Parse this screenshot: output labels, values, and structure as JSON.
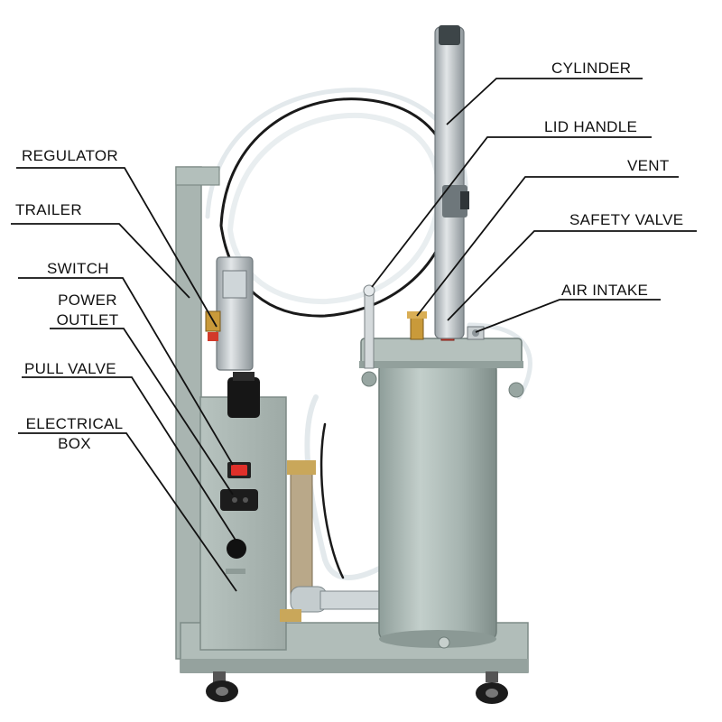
{
  "labels": {
    "cylinder": "CYLINDER",
    "lid_handle": "LID HANDLE",
    "vent": "VENT",
    "safety_valve": "SAFETY VALVE",
    "air_intake": "AIR INTAKE",
    "regulator": "REGULATOR",
    "trailer": "TRAILER",
    "switch": "SWITCH",
    "power_outlet_1": "POWER",
    "power_outlet_2": "OUTLET",
    "pull_valve": "PULL VALVE",
    "electrical_box_1": "ELECTRICAL",
    "electrical_box_2": "BOX"
  },
  "colors": {
    "frame": "#a9b5b1",
    "frame_dark": "#8e9b97",
    "tank": "#a4b3af",
    "tank_light": "#c3cfcb",
    "leader": "#111111",
    "vent_brass": "#c99a3a",
    "safety_red": "#d23a2a",
    "switch_red": "#e0302a",
    "hose": "#1a1a1a"
  }
}
